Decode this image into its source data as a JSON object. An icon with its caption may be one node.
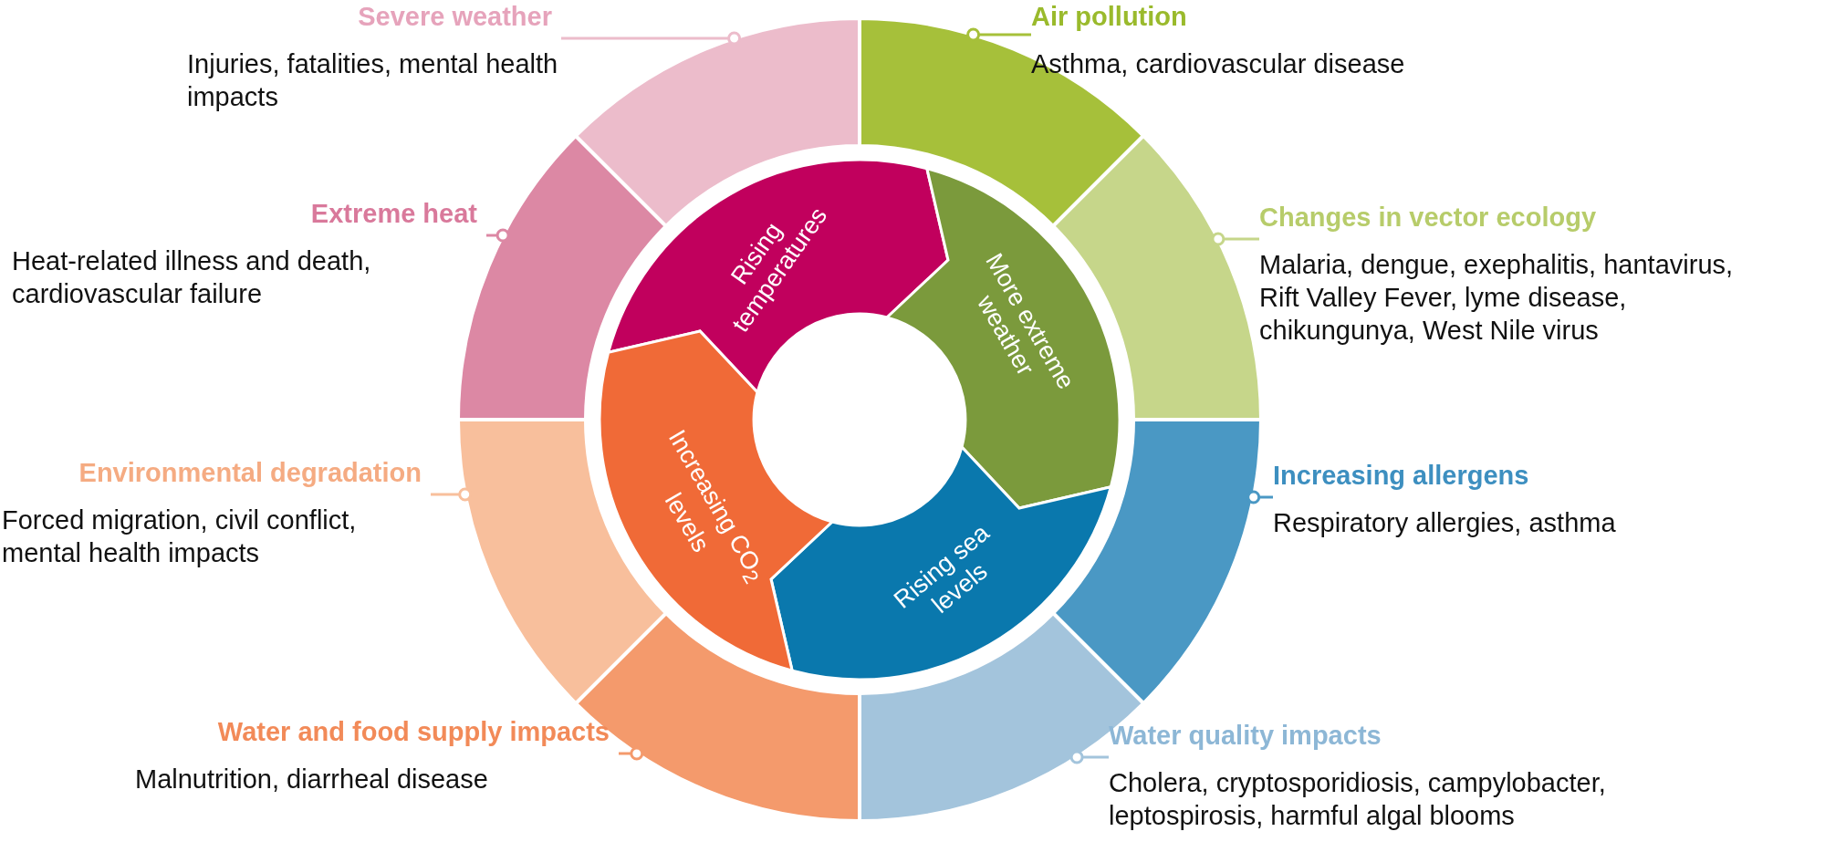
{
  "diagram": {
    "nodes": [
      {
        "text": [
          "Rising temperatures"
        ]
      },
      {
        "text": [
          "More extreme weather"
        ]
      },
      {
        "text": [
          "Rising sea levels"
        ]
      },
      {
        "text": [
          "Increasing CO$_{2}$ levels"
        ]
      },
      {
        "text": [],
        "shape": "segment"
      },
      {
        "text": [],
        "shape": "segment"
      },
      {
        "text": [],
        "shape": "segment"
      },
      {
        "text": [],
        "shape": "segment"
      },
      {
        "text": [],
        "shape": "segment"
      },
      {
        "text": [],
        "shape": "segment"
      },
      {
        "text": [],
        "shape": "segment"
      },
      {
        "text": [],
        "shape": "segment"
      },
      {
        "text": [
          "Severe weather",
          "Injuries, fatalities, mental health impacts"
        ]
      },
      {
        "text": [
          "Air pollution",
          "Asthma, cardiovascular disease"
        ]
      },
      {
        "text": [
          "Extreme heat",
          "Heat-related illness and death, cardiovascular failure"
        ]
      },
      {
        "text": [
          "Changes in vector ecology",
          "Malaria, dengue, exephalitis, hantavirus, Rift Valley Fever, lyme disease, chikungunya, West Nile virus"
        ]
      },
      {
        "text": [
          "Environmental degradation",
          "Forced migration, civil conflict, mental health impacts"
        ]
      },
      {
        "text": [
          "Increasing allergens",
          "Respiratory allergies, asthma"
        ]
      },
      {
        "text": [
          "Water and food supply impacts",
          "Malnutrition, diarrheal disease"
        ]
      },
      {
        "text": [
          "Water quality impacts",
          "Cholera, cryptosporidiosis, campylobacter, leptospirosis, harmful algal blooms"
        ]
      }
    ],
    "edges": [
      {
        "from": 12,
        "to": 11,
        "arrow": "other",
        "color": "#ecbccb"
      },
      {
        "from": 13,
        "to": 4,
        "arrow": "other",
        "color": "#a6c03a"
      },
      {
        "from": 14,
        "to": 10,
        "arrow": "other",
        "color": "#dc88a4"
      },
      {
        "from": 15,
        "to": 5,
        "arrow": "other",
        "color": "#c6d68a"
      },
      {
        "from": 16,
        "to": 9,
        "arrow": "other",
        "color": "#f8bf9c"
      },
      {
        "from": 17,
        "to": 6,
        "arrow": "other",
        "color": "#4a98c4"
      },
      {
        "from": 18,
        "to": 8,
        "arrow": "other",
        "color": "#f49a6c"
      },
      {
        "from": 19,
        "to": 7,
        "arrow": "other",
        "color": "#a3c4dc"
      }
    ]
  }
}
